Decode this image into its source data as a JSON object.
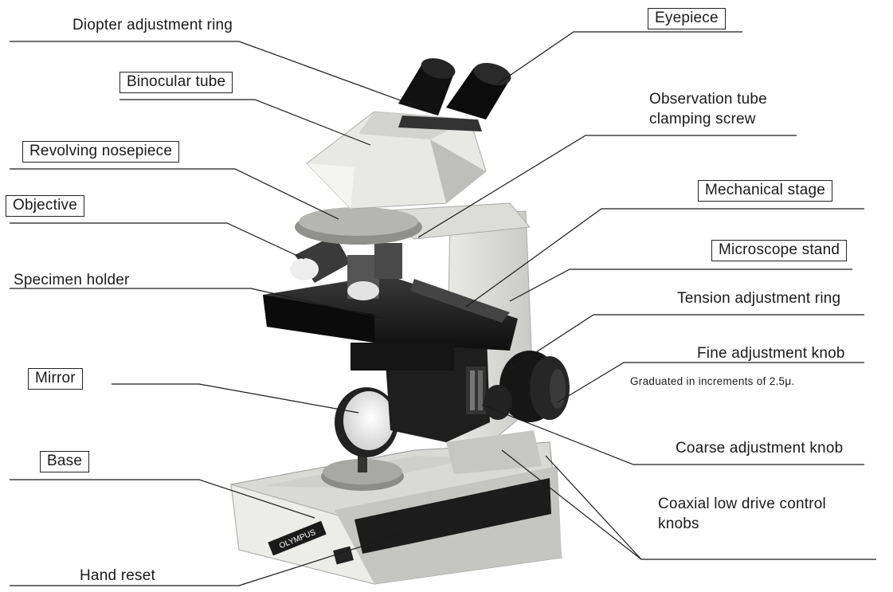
{
  "labels": {
    "diopter": "Diopter adjustment ring",
    "eyepiece": "Eyepiece",
    "binocular": "Binocular tube",
    "obs_line1": "Observation tube",
    "obs_line2": "clamping screw",
    "nosepiece": "Revolving nosepiece",
    "mech_stage": "Mechanical stage",
    "objective": "Objective",
    "stand": "Microscope stand",
    "specimen": "Specimen holder",
    "tension": "Tension adjustment ring",
    "fine": "Fine adjustment knob",
    "fine_note": "Graduated in increments of 2.5μ.",
    "mirror": "Mirror",
    "coarse": "Coarse adjustment knob",
    "base": "Base",
    "coaxial_line1": "Coaxial low drive control",
    "coaxial_line2": "knobs",
    "hand_reset": "Hand reset"
  },
  "brand_text": "OLYMPUS"
}
